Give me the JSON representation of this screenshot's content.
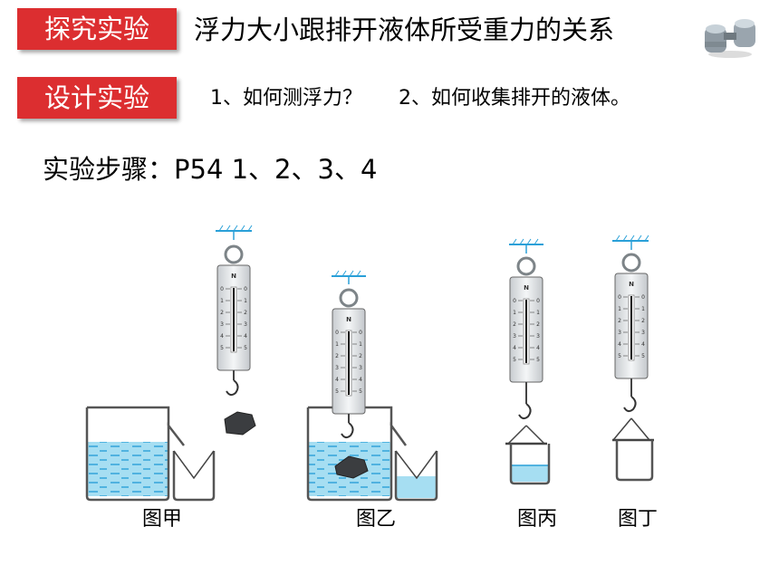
{
  "header": {
    "tag1": "探究实验",
    "title": "浮力大小跟排开液体所受重力的关系",
    "tag2": "设计实验",
    "q1": "1、如何测浮力？",
    "q2": "2、如何收集排开的液体。",
    "steps": "实验步骤：P54    1、2、3、4"
  },
  "figures": {
    "jia": "图甲",
    "yi": "图乙",
    "bing": "图丙",
    "ding": "图丁"
  },
  "scale": {
    "unit": "N",
    "ticks": [
      "0",
      "1",
      "2",
      "3",
      "4",
      "5"
    ]
  },
  "colors": {
    "tag": "#dc2e30",
    "water": "#9fdcf0",
    "water_lines": "#2aa0d8",
    "outline": "#555555"
  },
  "icons": [
    "binoculars-icon"
  ]
}
